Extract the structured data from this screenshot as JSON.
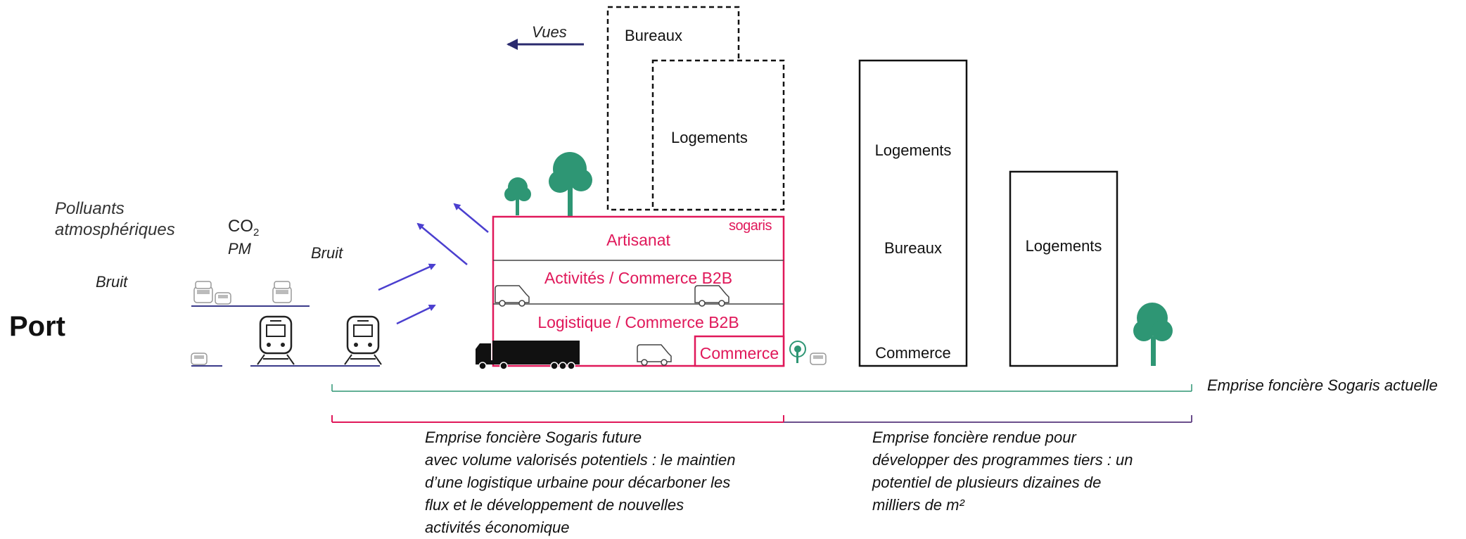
{
  "left": {
    "port": "Port",
    "pollutants_line1": "Polluants",
    "pollutants_line2": "atmosphériques",
    "co2_main": "CO",
    "co2_sub": "2",
    "pm": "PM",
    "bruit_left": "Bruit",
    "bruit_mid": "Bruit"
  },
  "views_label": "Vues",
  "sogaris_building": {
    "brand": "sogaris",
    "floors": [
      "Artisanat",
      "Activités / Commerce B2B",
      "Logistique / Commerce B2B"
    ],
    "commerce": "Commerce"
  },
  "dashed_blocks": {
    "bureaux": "Bureaux",
    "logements": "Logements"
  },
  "tall_building": {
    "top": "Logements",
    "middle": "Bureaux",
    "bottom": "Commerce"
  },
  "right_building": "Logements",
  "captions": {
    "actuelle": "Emprise foncière Sogaris actuelle",
    "future": "Emprise foncière Sogaris future\navec volume valorisés potentiels : le maintien\nd’une logistique urbaine pour décarboner les\nflux et le développement de nouvelles\nactivités économique",
    "rendue": "Emprise foncière rendue pour\ndévelopper des programmes tiers : un\npotentiel de plusieurs dizaines de\nmilliers de m²"
  },
  "colors": {
    "pink": "#e0185a",
    "green": "#2e9674",
    "arrow": "#4b3fcf",
    "navy": "#2a2a6e",
    "bracket_purple": "#6b4e8c"
  }
}
